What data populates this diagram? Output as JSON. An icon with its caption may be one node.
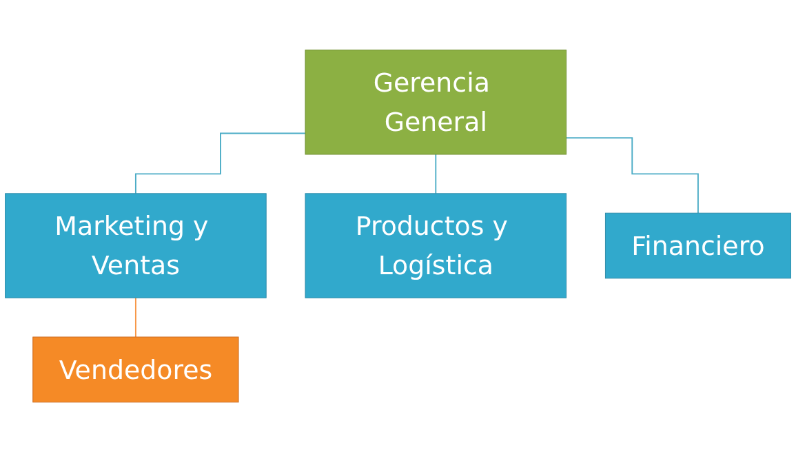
{
  "diagram": {
    "nodes": [
      {
        "text": [
          "Gerencia General"
        ]
      },
      {
        "text": [
          "Marketing y Ventas"
        ]
      },
      {
        "text": [
          "Productos y Logística"
        ]
      },
      {
        "text": [
          "Financiero"
        ]
      },
      {
        "text": [
          "Vendedores"
        ]
      }
    ],
    "edges": [
      {
        "from": 0,
        "to": 1,
        "arrow": "none"
      },
      {
        "from": 0,
        "to": 2,
        "arrow": "none"
      },
      {
        "from": 0,
        "to": 3,
        "arrow": "none"
      },
      {
        "from": 1,
        "to": 4,
        "arrow": "none",
        "color": "#f79646"
      }
    ]
  }
}
